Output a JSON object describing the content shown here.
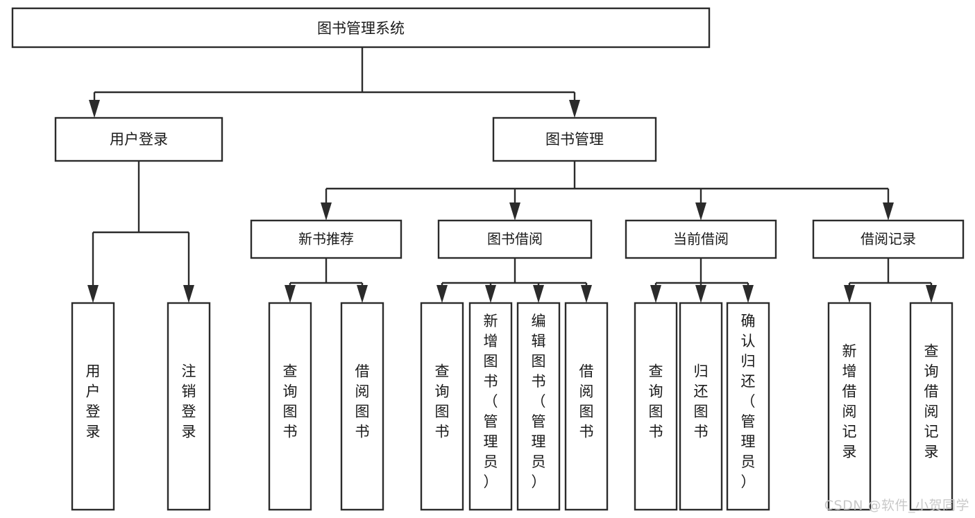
{
  "diagram": {
    "type": "tree-hierarchy",
    "title": "图书管理系统",
    "watermark": "CSDN @软件_小贺同学",
    "colors": {
      "box_stroke": "#2b2b2b",
      "box_fill": "#ffffff",
      "text": "#1a1a1a",
      "background": "#ffffff",
      "watermark": "#c9c9c9"
    },
    "levels": {
      "level1": [
        {
          "label": "图书管理系统"
        }
      ],
      "level2": [
        {
          "label": "用户登录"
        },
        {
          "label": "图书管理"
        }
      ],
      "level3": [
        {
          "label": "新书推荐"
        },
        {
          "label": "图书借阅"
        },
        {
          "label": "当前借阅"
        },
        {
          "label": "借阅记录"
        }
      ]
    },
    "leaves": {
      "user_login": [
        {
          "label": "用户登录"
        },
        {
          "label": "注销登录"
        }
      ],
      "new_book_recommend": [
        {
          "label": "查询图书"
        },
        {
          "label": "借阅图书"
        }
      ],
      "book_borrow": [
        {
          "label": "查询图书"
        },
        {
          "label": "新增图书（管理员）"
        },
        {
          "label": "编辑图书（管理员）"
        },
        {
          "label": "借阅图书"
        }
      ],
      "current_borrow": [
        {
          "label": "查询图书"
        },
        {
          "label": "归还图书"
        },
        {
          "label": "确认归还（管理员）"
        }
      ],
      "borrow_record": [
        {
          "label": "新增借阅记录"
        },
        {
          "label": "查询借阅记录"
        }
      ]
    }
  }
}
